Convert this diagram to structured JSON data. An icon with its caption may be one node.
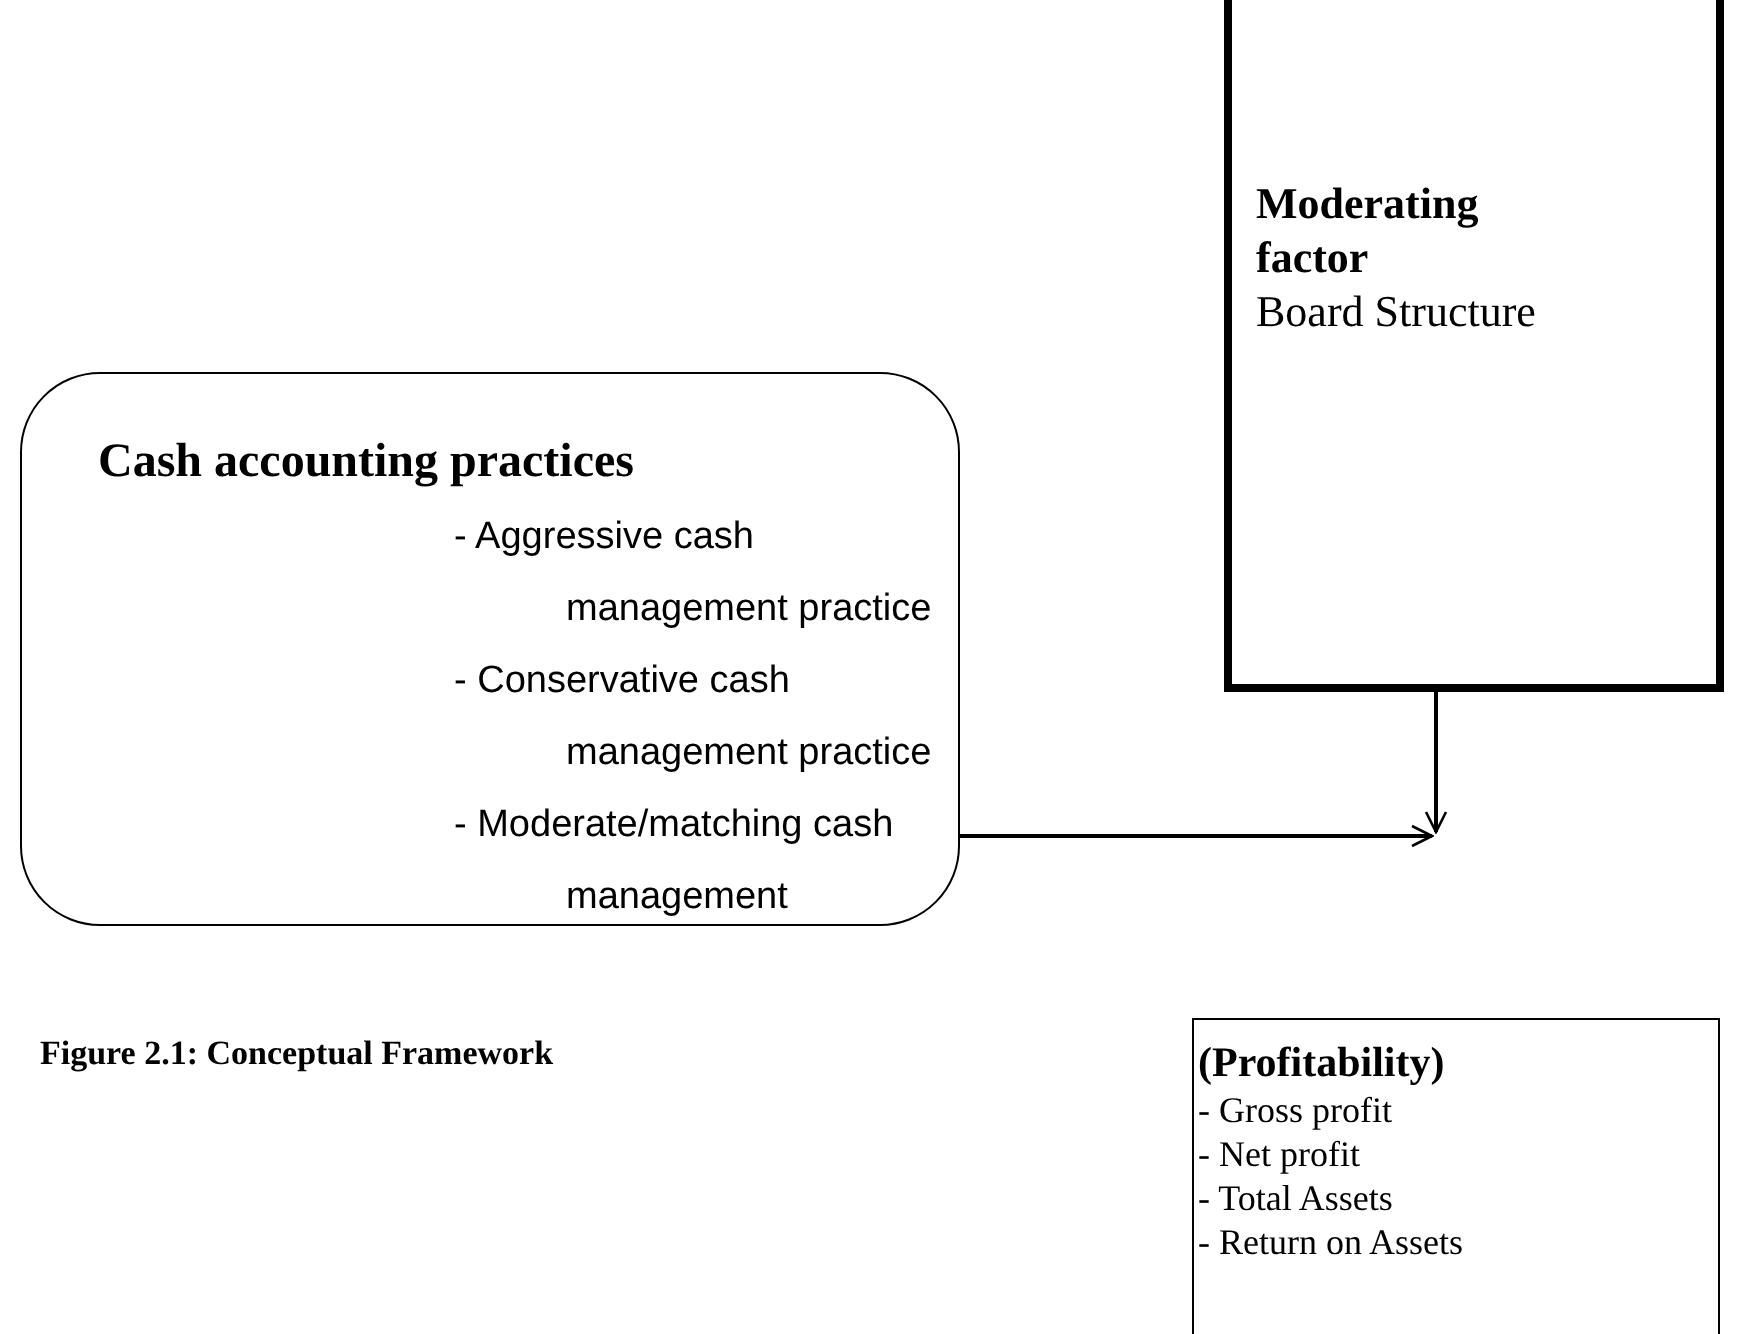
{
  "diagram": {
    "caption": "Figure 2.1:  Conceptual Framework",
    "nodes": [
      {
        "text": [
          "Cash accounting practices",
          "- Aggressive cash management practice",
          "- Conservative cash management practice",
          "- Moderate/matching cash management"
        ]
      },
      {
        "text": [
          "Moderating factor",
          "Board Structure"
        ]
      },
      {
        "text": [
          "(Profitability)",
          "- Gross profit",
          "- Net profit",
          "- Total Assets",
          "- Return on Assets"
        ]
      }
    ],
    "edges": [
      {
        "from": 0,
        "to": null,
        "arrow": "to"
      },
      {
        "from": 1,
        "to": null,
        "arrow": "to"
      }
    ]
  }
}
